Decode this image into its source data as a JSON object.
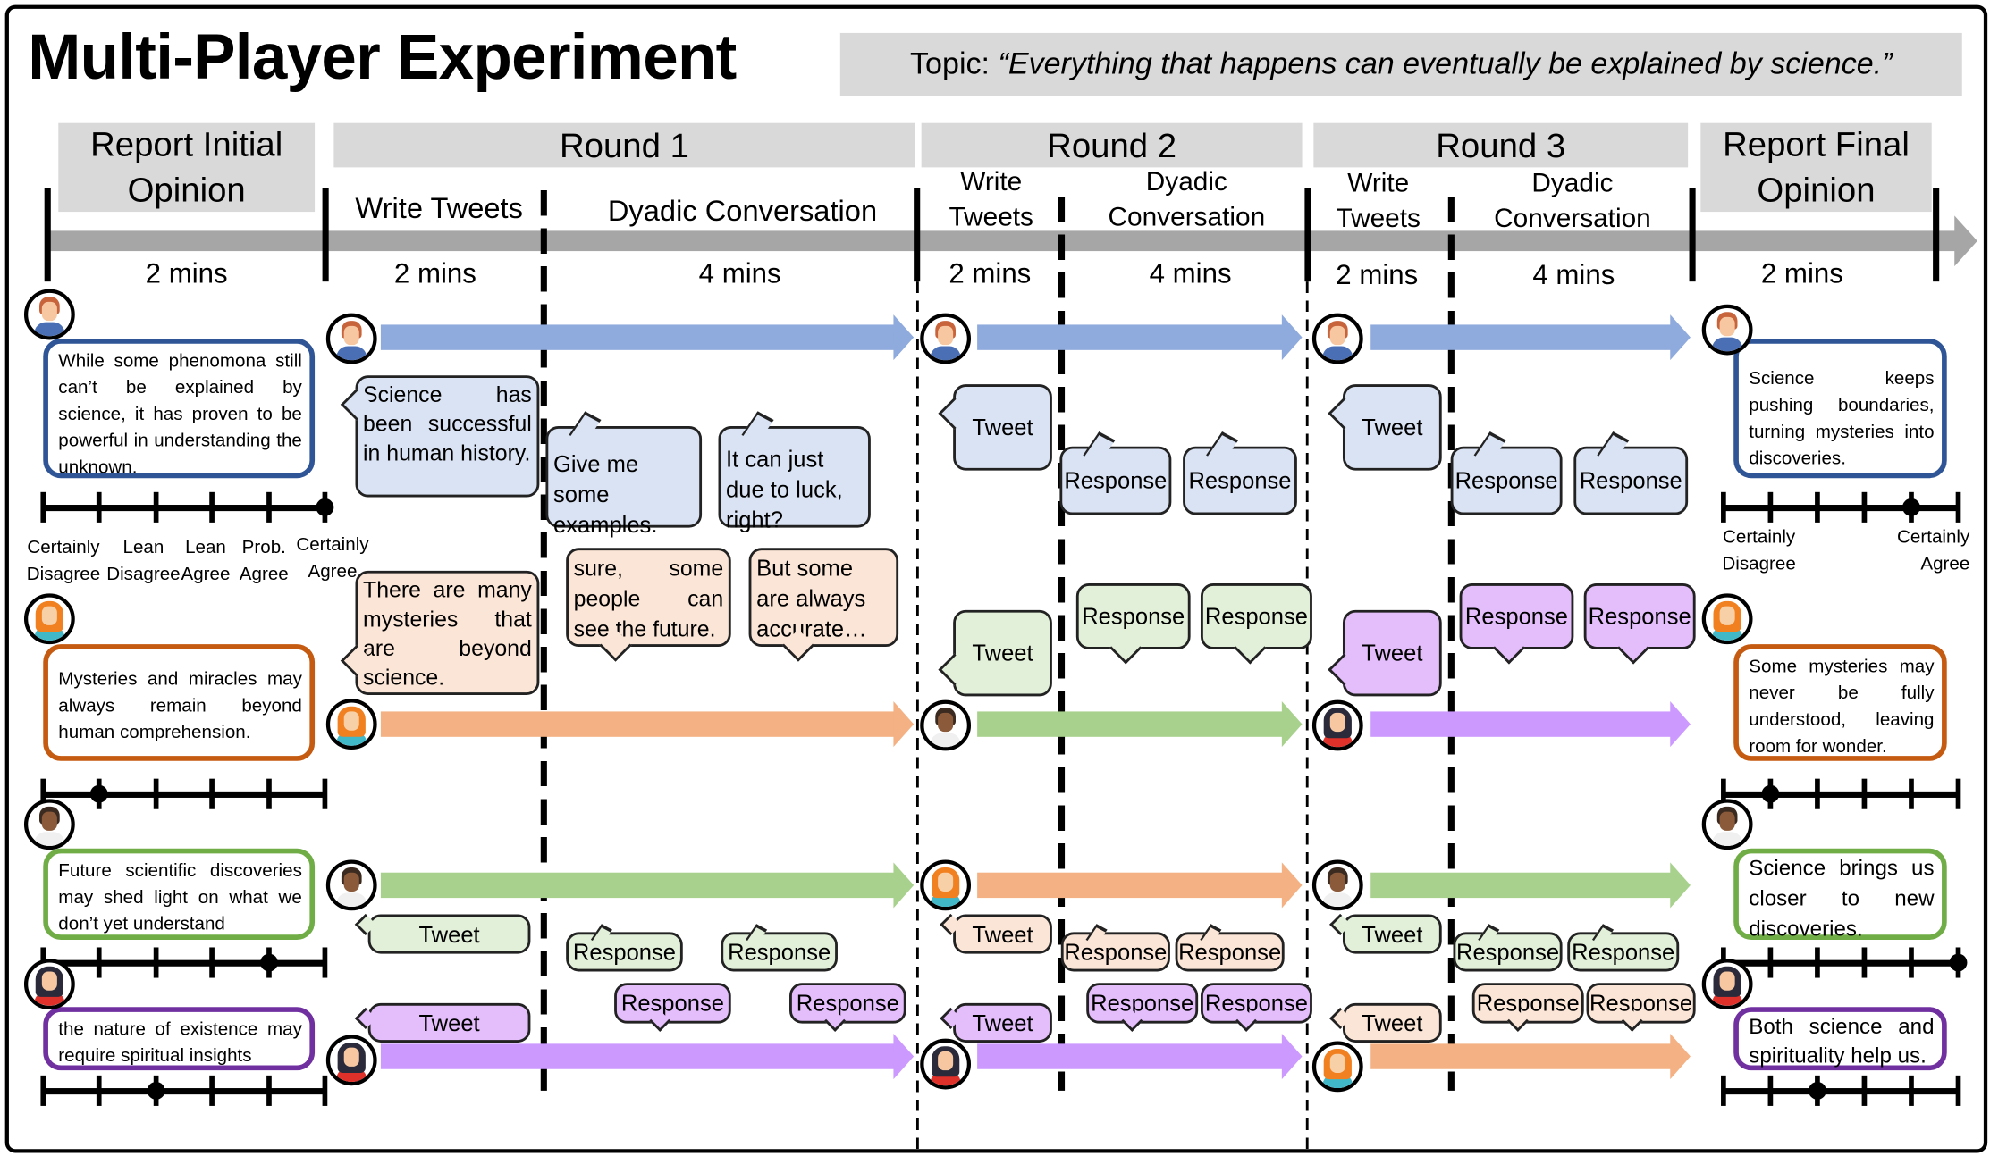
{
  "title": "Multi-Player Experiment",
  "topic": {
    "label": "Topic: ",
    "quote": "“Everything that happens can eventually be explained by science.”"
  },
  "phases": {
    "initial": "Report Initial Opinion",
    "round1": "Round 1",
    "round2": "Round 2",
    "round3": "Round 3",
    "final": "Report Final Opinion"
  },
  "subphases": {
    "write_tweets": "Write Tweets",
    "dyadic": "Dyadic Conversation",
    "write": "Write",
    "tweets": "Tweets",
    "dyadic_a": "Dyadic",
    "dyadic_b": "Conversation"
  },
  "durations": [
    "2 mins",
    "2 mins",
    "4 mins",
    "2 mins",
    "4 mins",
    "2 mins",
    "4 mins",
    "2 mins"
  ],
  "colors": {
    "blue": "#2f5597",
    "orange": "#c55a11",
    "green": "#70ad47",
    "purple": "#7030a0",
    "arrow_blue": "#8faadc",
    "arrow_orange": "#f4b183",
    "arrow_green": "#a9d18e",
    "arrow_purple": "#cc99ff",
    "phase_gray": "#d9d9d9"
  },
  "scale_labels": {
    "initial": [
      "Certainly Disagree",
      "Lean Disagree",
      "Lean Agree",
      "Prob. Agree",
      "Certainly Agree"
    ],
    "final": [
      "Certainly Disagree",
      "Certainly Agree"
    ]
  },
  "initial": [
    {
      "text": "While some phenomona still can’t be explained by science, it has proven to be powerful in understanding the unknown.",
      "scale_value": 5
    },
    {
      "text": "Mysteries and miracles may always remain beyond human comprehension.",
      "scale_value": 1
    },
    {
      "text": "Future scientific discoveries may shed light on what we don’t yet understand",
      "scale_value": 4
    },
    {
      "text": "the nature of existence may require spiritual insights",
      "scale_value": 2
    }
  ],
  "final": [
    {
      "text": "Science keeps pushing boundaries, turning mysteries into discoveries.",
      "scale_value": 4
    },
    {
      "text": "Some mysteries may never be fully understood, leaving room for wonder.",
      "scale_value": 1
    },
    {
      "text": "Science brings us closer to new discoveries.",
      "scale_value": 5
    },
    {
      "text": "Both science and spirituality help us.",
      "scale_value": 2
    }
  ],
  "round1": {
    "row1": [
      "Science has been successful in human history.",
      "Give me some examples.",
      "It can just due to luck, right?"
    ],
    "row2": [
      "There are many mysteries that are beyond science.",
      "sure, some people can see the future.",
      "But some are always accurate…"
    ],
    "row3": [
      "Tweet",
      "Response",
      "Response"
    ],
    "row4": [
      "Tweet",
      "Response",
      "Response"
    ]
  },
  "bubble": {
    "tweet": "Tweet",
    "response": "Response"
  }
}
